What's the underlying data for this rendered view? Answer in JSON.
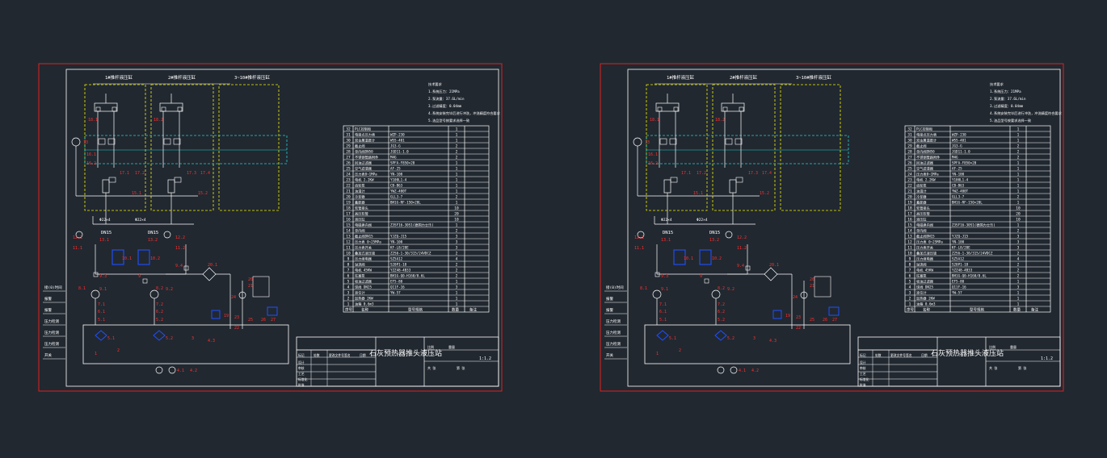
{
  "drawing": {
    "title": "石灰预热器推头液压站",
    "scale": "1:1.2",
    "group_labels": [
      "1#推杆液压缸",
      "2#推杆液压缸",
      "3~10#推杆液压缸"
    ],
    "notes": [
      "技术要求",
      "1.系统压力：21MPa",
      "2.泵流量：37.6L/min",
      "3.过滤精度：0.04mm",
      "4.系统安装完毕后进行冲洗，冲洗精度符合要求",
      "5.油品型号按要求选择一致"
    ],
    "pipe_labels": [
      "DN15",
      "DN15",
      "Φ22×4",
      "Φ22×4"
    ],
    "left_labels": [
      "接(0)时间",
      "报警",
      "报警",
      "压力检测",
      "压力检测",
      "压力检测",
      "开关"
    ],
    "title_block": [
      "标记",
      "处数",
      "更改文件号",
      "签名",
      "日期",
      "设计",
      "审核",
      "工艺",
      "标准化",
      "批准",
      "共",
      "张",
      "第",
      "张",
      "比例",
      "重量"
    ],
    "bom_header": [
      "序号",
      "名称",
      "型号规格",
      "数量",
      "备注"
    ],
    "bom": [
      [
        "32",
        "PLC控制柜",
        "",
        "1"
      ],
      [
        "31",
        "电接点压力表",
        "WZP-230",
        "1"
      ],
      [
        "30",
        "双金属温度计",
        "WSS-401",
        "1"
      ],
      [
        "29",
        "截止阀",
        "JG3-G",
        "2"
      ],
      [
        "28",
        "单向阀DN50",
        "JGD11-1.0",
        "2"
      ],
      [
        "27",
        "不锈钢管路附件",
        "M4G",
        "2"
      ],
      [
        "26",
        "回油过滤器",
        "SPFA-F850×20",
        "1"
      ],
      [
        "25",
        "空气滤清器",
        "AF-25",
        "1"
      ],
      [
        "24",
        "压力表0~1MPa",
        "YN-100",
        "1"
      ],
      [
        "23",
        "电机 2.2KW",
        "Y100L1-4",
        "1"
      ],
      [
        "22",
        "齿轮泵",
        "CB-B63",
        "1"
      ],
      [
        "21",
        "油温计",
        "YWZ-400T",
        "1"
      ],
      [
        "20",
        "冷却器",
        "GLL3-7",
        "2"
      ],
      [
        "19",
        "蓄能器",
        "BH1G-RF-150×20L",
        "1"
      ],
      [
        "18",
        "软管接头",
        "",
        "10"
      ],
      [
        "17",
        "高压软管",
        "",
        "20"
      ],
      [
        "16",
        "液压缸",
        "",
        "10"
      ],
      [
        "15",
        "电磁换向阀",
        "Z3SF16-30S1(德国力士乐)",
        "1"
      ],
      [
        "14",
        "单向阀",
        "",
        "2"
      ],
      [
        "13",
        "截止阀DN15",
        "YJZQ-J15",
        "3"
      ],
      [
        "12",
        "压力表 0~25MPa",
        "YN-100",
        "3"
      ],
      [
        "11",
        "压力表开关",
        "KF-L8/20E",
        "3"
      ],
      [
        "10",
        "叠加式液压锁",
        "Z2S6-1-30/315/24VDCZ",
        "2"
      ],
      [
        "9",
        "压力继电器",
        "SZ5A12",
        "4"
      ],
      [
        "8",
        "溢流阀",
        "S20P1-18",
        "2"
      ],
      [
        "7",
        "电机 45KW",
        "YZZ48-4B33",
        "2"
      ],
      [
        "6",
        "柱塞泵",
        "BH1G-Q0-H160/0.6L",
        "2"
      ],
      [
        "5",
        "吸油过滤器",
        "EF5-80",
        "1"
      ],
      [
        "4",
        "球阀 DN25",
        "Q11F-16",
        "3"
      ],
      [
        "3",
        "液位计",
        "YW-57",
        "1"
      ],
      [
        "2",
        "加热器 2KW",
        "",
        "1"
      ],
      [
        "1",
        "油箱 0.6m3",
        "",
        "1"
      ]
    ],
    "component_tags": [
      "18.1",
      "18.2",
      "13",
      "16.1",
      "16.2",
      "17.1",
      "17.2",
      "17.3",
      "17.4",
      "15.1",
      "15.2",
      "12.1",
      "13.1",
      "13.2",
      "12.2",
      "11.1",
      "11.2",
      "10.1",
      "10.2",
      "9.1",
      "9.2",
      "9.3",
      "9.4",
      "8.1",
      "8.2",
      "7.1",
      "7.2",
      "6.1",
      "6.2",
      "5.1",
      "5.2",
      "4.1",
      "4.2",
      "4.3",
      "3",
      "2",
      "1",
      "20.1",
      "19",
      "20",
      "21",
      "22",
      "23",
      "24",
      "25",
      "26",
      "27"
    ],
    "colors": {
      "background": "#212830",
      "frame": "#e02020",
      "lines": "#ffffff",
      "dashed_yellow": "#f0f000",
      "dashed_cyan": "#20d0d0",
      "blue": "#2050ff",
      "tag_red": "#ff3030"
    }
  }
}
